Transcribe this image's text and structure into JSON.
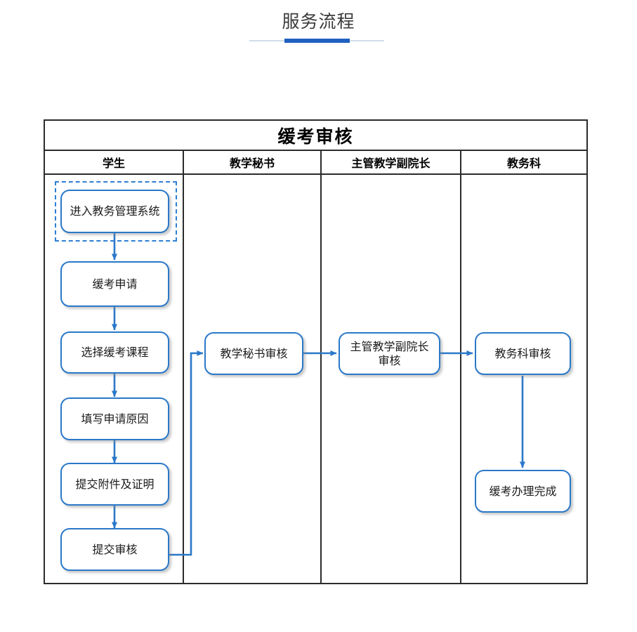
{
  "page": {
    "title": "服务流程",
    "accent_color": "#2061c0",
    "rule_color": "#cfdeea"
  },
  "flowchart": {
    "title": "缓考审核",
    "node_border_color": "#2a78c8",
    "connector_color": "#2a78c8",
    "table_border_color": "#2b2b2b",
    "selection_color": "#2e7fd4",
    "lanes": [
      {
        "label": "学生"
      },
      {
        "label": "教学秘书"
      },
      {
        "label": "主管教学副院长"
      },
      {
        "label": "教务科"
      }
    ],
    "nodes": [
      {
        "id": "n1",
        "lane": 0,
        "label": "进入教务管理系统",
        "selected": true
      },
      {
        "id": "n2",
        "lane": 0,
        "label": "缓考申请",
        "selected": false
      },
      {
        "id": "n3",
        "lane": 0,
        "label": "选择缓考课程",
        "selected": false
      },
      {
        "id": "n4",
        "lane": 0,
        "label": "填写申请原因",
        "selected": false
      },
      {
        "id": "n5",
        "lane": 0,
        "label": "提交附件及证明",
        "selected": false
      },
      {
        "id": "n6",
        "lane": 0,
        "label": "提交审核",
        "selected": false
      },
      {
        "id": "n7",
        "lane": 1,
        "label": "教学秘书审核",
        "selected": false
      },
      {
        "id": "n8",
        "lane": 2,
        "label": "主管教学副院长\n审核",
        "selected": false
      },
      {
        "id": "n9",
        "lane": 3,
        "label": "教务科审核",
        "selected": false
      },
      {
        "id": "n10",
        "lane": 3,
        "label": "缓考办理完成",
        "selected": false
      }
    ],
    "edges": [
      {
        "from": "n1",
        "to": "n2"
      },
      {
        "from": "n2",
        "to": "n3"
      },
      {
        "from": "n3",
        "to": "n4"
      },
      {
        "from": "n4",
        "to": "n5"
      },
      {
        "from": "n5",
        "to": "n6"
      },
      {
        "from": "n6",
        "to": "n7"
      },
      {
        "from": "n7",
        "to": "n8"
      },
      {
        "from": "n8",
        "to": "n9"
      },
      {
        "from": "n9",
        "to": "n10"
      }
    ]
  }
}
